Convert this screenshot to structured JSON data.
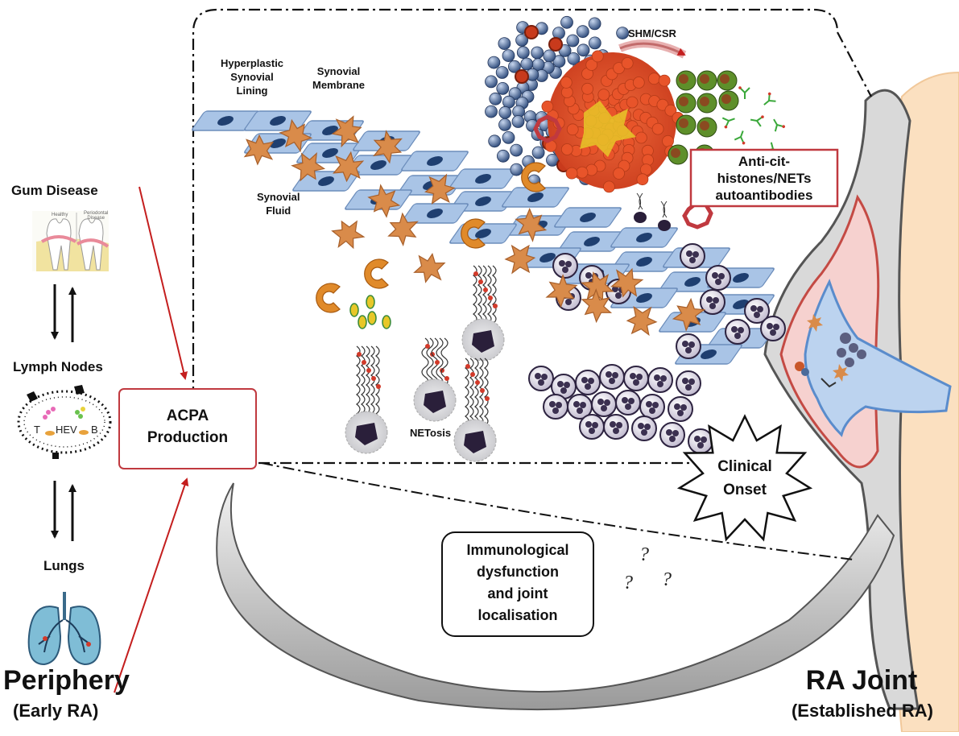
{
  "labels": {
    "hyperplastic": [
      "Hyperplastic",
      "Synovial",
      "Lining"
    ],
    "membrane": [
      "Synovial",
      "Membrane"
    ],
    "fluid": [
      "Synovial",
      "Fluid"
    ],
    "shm": "SHM/CSR",
    "anti": [
      "Anti-cit-",
      "histones/NETs",
      "autoantibodies"
    ],
    "netosis": "NETosis",
    "gum": "Gum Disease",
    "gum_healthy": "Healthy",
    "gum_periodontal": [
      "Periodontal",
      "Disease"
    ],
    "lymph": "Lymph Nodes",
    "lymph_t": "T",
    "lymph_hev": "HEV",
    "lymph_b": "B",
    "lungs": "Lungs",
    "acpa": [
      "ACPA",
      "Production"
    ],
    "clinical": [
      "Clinical",
      "Onset"
    ],
    "immuno": [
      "Immunological",
      "dysfunction",
      "and joint",
      "localisation"
    ],
    "periphery": "Periphery",
    "early": "(Early RA)",
    "joint": "RA Joint",
    "established": "(Established RA)",
    "question": "?"
  },
  "icons": [
    "synoviocyte-icon",
    "macrophage-icon",
    "neutrophil-icon",
    "net-strand-icon",
    "b-cell-icon",
    "plasma-cell-icon",
    "antibody-icon",
    "germinal-centre-icon",
    "tooth-icon",
    "lymph-node-icon",
    "lung-icon",
    "starburst-icon"
  ],
  "colors": {
    "fibroblast": "#a9c4e6",
    "fibroblast_nucleus": "#1f3f70",
    "macrophage": "#d98b4a",
    "neutrophil": "#cfcad8",
    "germinal_red": "#e8542a",
    "b_cell": "#4a6a9a",
    "plasma_green": "#5e8f2a",
    "box_border": "#c0393f",
    "arrow_red": "#c41e1e",
    "bone": "#d8d8d8",
    "cartilage": "#f6d1cf",
    "skin": "#fbe0c0",
    "joint_blue": "#bcd3ef"
  }
}
